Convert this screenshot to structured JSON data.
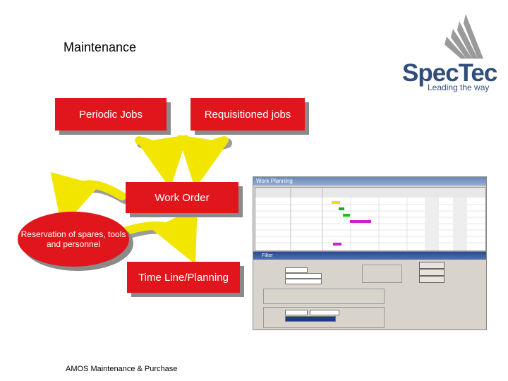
{
  "page": {
    "title": "Maintenance",
    "footer": "AMOS Maintenance & Purchase"
  },
  "logo": {
    "name": "SpecTec",
    "tagline": "Leading the way",
    "color": "#2f4f7a"
  },
  "diagram": {
    "nodes": {
      "periodic": "Periodic Jobs",
      "requisitioned": "Requisitioned jobs",
      "work_order": "Work Order",
      "reservation": "Reservation of spares, tools and personnel",
      "timeline": "Time Line/Planning"
    },
    "colors": {
      "box": "#e0161c",
      "arrow": "#f2e600",
      "shadow": "#8a8a8a"
    }
  },
  "screenshot": {
    "window_title": "Work Planning",
    "dialog_title": "Filter"
  }
}
